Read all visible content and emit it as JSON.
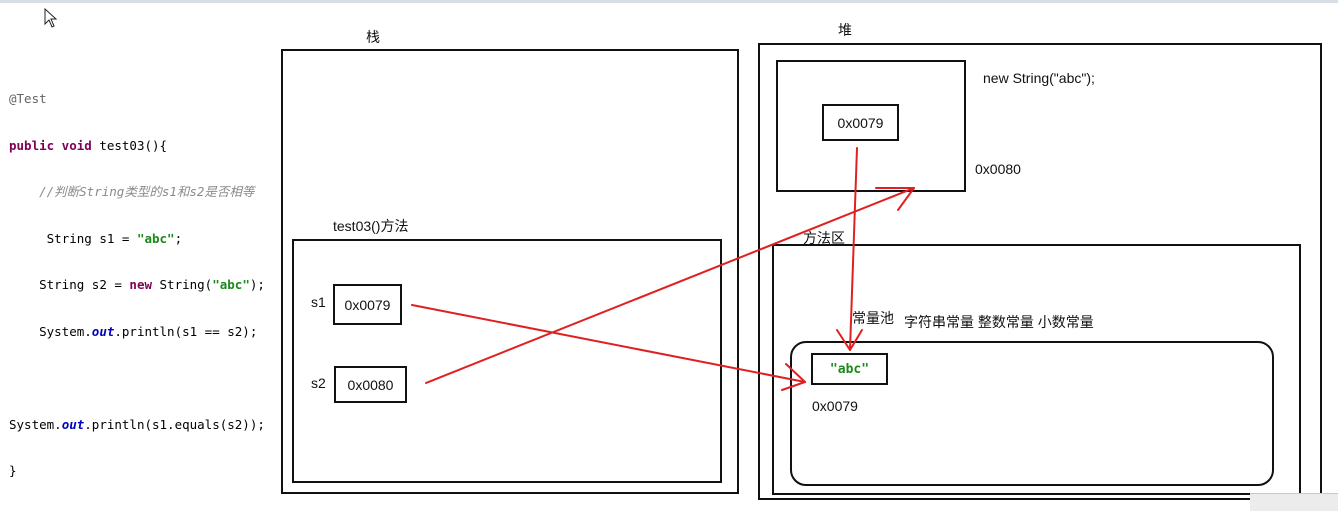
{
  "code": {
    "annotation": "@Test",
    "signature_kw": "public void",
    "signature_rest": " test03(){",
    "comment": "//判断String类型的s1和s2是否相等",
    "line1_pre": "String s1 = ",
    "line1_str": "\"abc\"",
    "line1_post": ";",
    "line2_pre": "String s2 = ",
    "line2_kw": "new",
    "line2_mid": " String(",
    "line2_str": "\"abc\"",
    "line2_post": ");",
    "line3_pre": "System.",
    "line3_field": "out",
    "line3_post": ".println(s1 == s2);",
    "line4_pre": "System.",
    "line4_field": "out",
    "line4_post": ".println(s1.equals(s2));",
    "close": "}"
  },
  "diagram": {
    "stack_title": "栈",
    "heap_title": "堆",
    "method_frame_title": "test03()方法",
    "s1_label": "s1",
    "s1_value": "0x0079",
    "s2_label": "s2",
    "s2_value": "0x0080",
    "new_string_label": "new String(\"abc\");",
    "heap_inner_value": "0x0079",
    "heap_object_address": "0x0080",
    "method_area_title": "方法区",
    "constant_pool_title": "常量池",
    "constant_pool_types": "字符串常量 整数常量 小数常量",
    "pool_value": "\"abc\"",
    "pool_value_address": "0x0079"
  },
  "colors": {
    "arrow": "#e02020",
    "border": "#111111",
    "string_literal": "#1a8a1a"
  }
}
